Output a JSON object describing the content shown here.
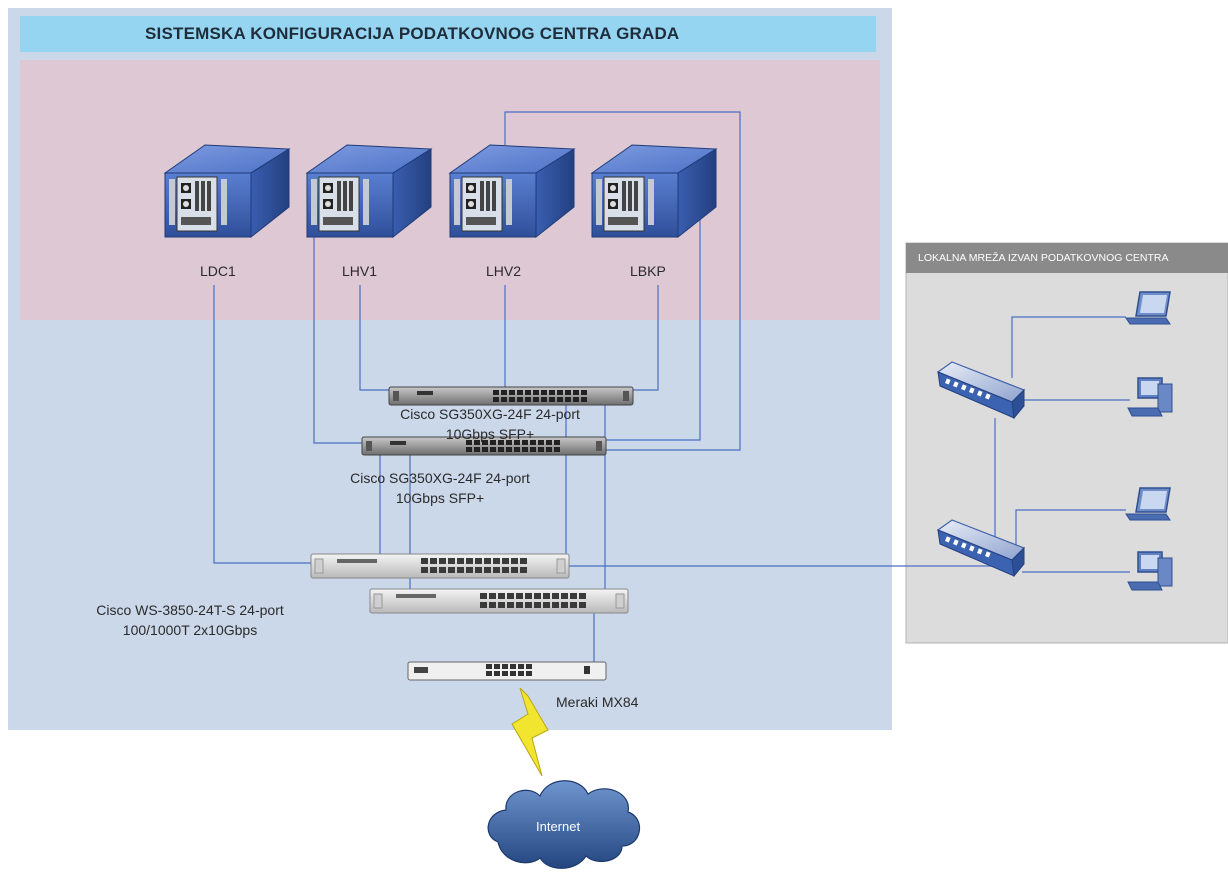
{
  "title": "SISTEMSKA KONFIGURACIJA PODATKOVNOG CENTRA GRADA",
  "servers": [
    {
      "id": "ldc1",
      "label": "LDC1"
    },
    {
      "id": "lhv1",
      "label": "LHV1"
    },
    {
      "id": "lhv2",
      "label": "LHV2"
    },
    {
      "id": "lbkp",
      "label": "LBKP"
    }
  ],
  "switches": {
    "sg350_upper": {
      "line1": "Cisco SG350XG-24F 24-port",
      "line2": "10Gbps SFP+"
    },
    "sg350_lower": {
      "line1": "Cisco SG350XG-24F 24-port",
      "line2": "10Gbps SFP+"
    },
    "ws3850": {
      "line1": "Cisco WS-3850-24T-S 24-port",
      "line2": "100/1000T 2x10Gbps"
    }
  },
  "firewall": {
    "label": "Meraki MX84"
  },
  "internet": {
    "label": "Internet"
  },
  "lan": {
    "title": "LOKALNA MREŽA IZVAN PODATKOVNOG CENTRA"
  },
  "colors": {
    "title_bar": "#95d5f2",
    "datacenter_zone": "#cbd8ea",
    "server_zone": "#ddc8d3",
    "lan_zone": "#dcdcdc",
    "link": "#4a6fc2",
    "server": "#3b63b8",
    "cloud": "#3c6aa8",
    "lightning": "#f2e530"
  },
  "icons": {
    "server": "rack-server-icon",
    "switch": "network-switch-icon",
    "firewall": "firewall-appliance-icon",
    "cloud": "cloud-icon",
    "lightning": "lightning-icon",
    "laptop": "laptop-icon",
    "desktop": "desktop-computer-icon",
    "hub": "hub-icon"
  }
}
